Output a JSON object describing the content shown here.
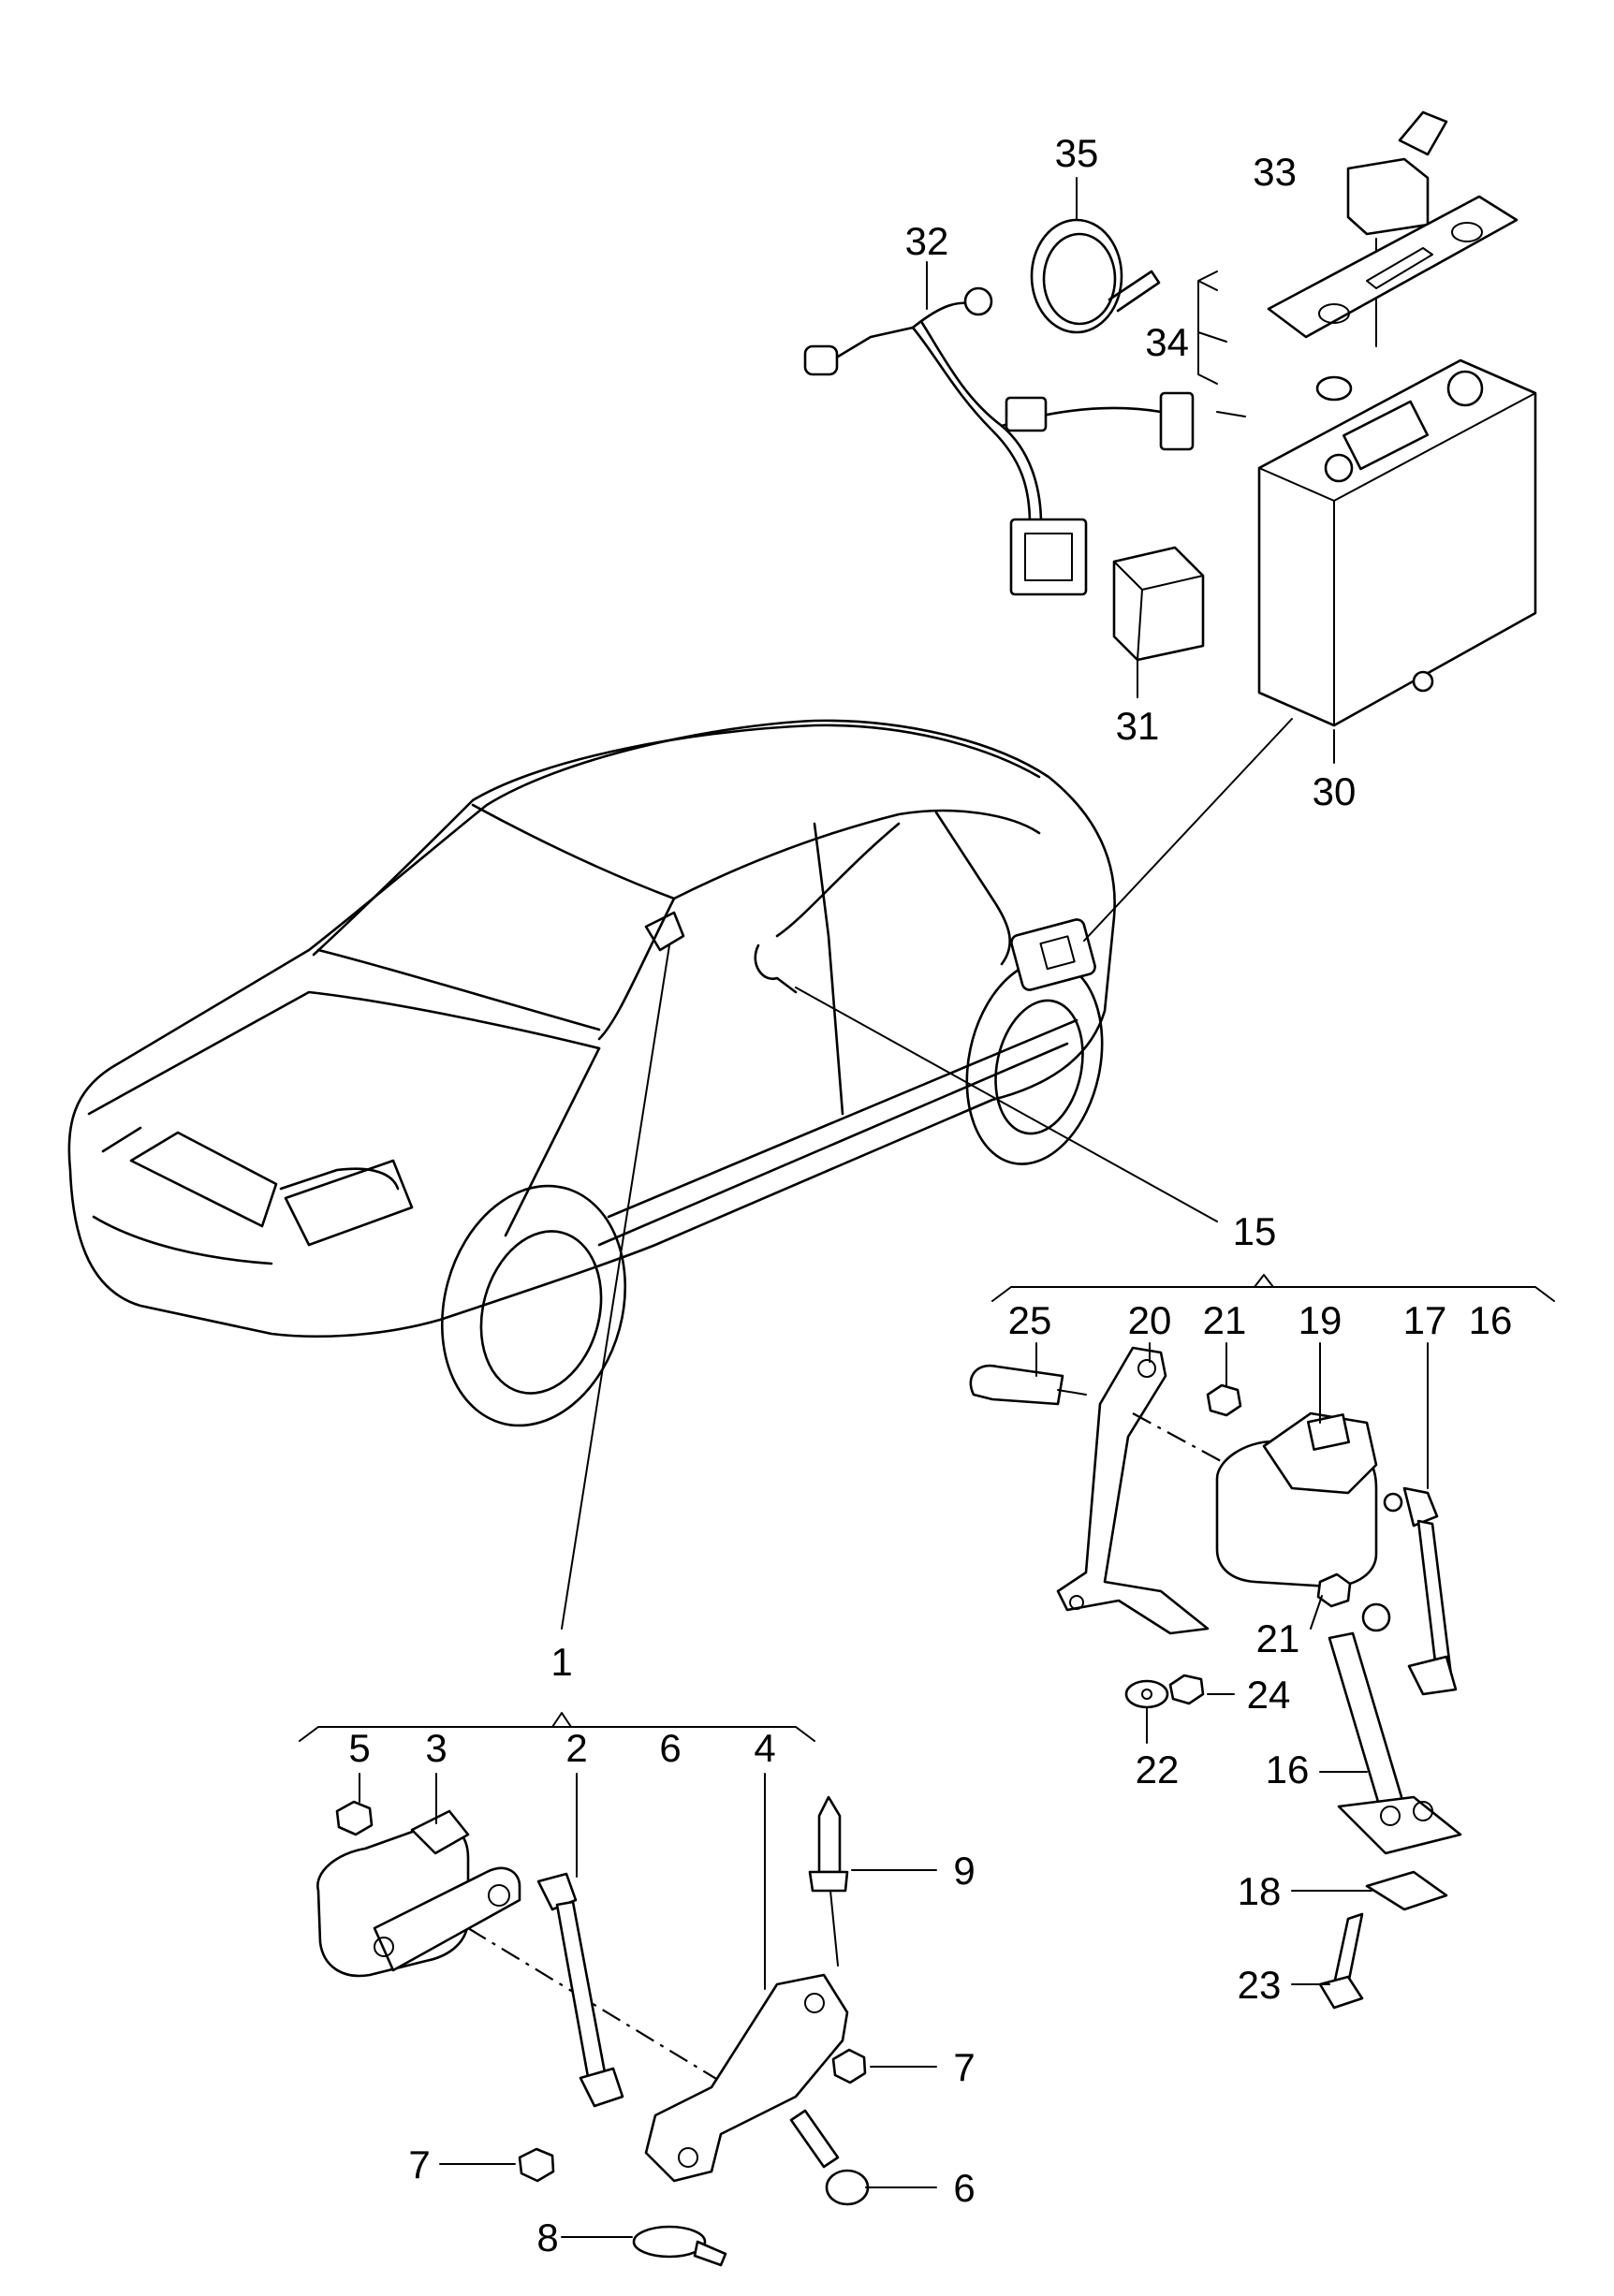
{
  "callouts": [
    {
      "id": "c35",
      "label": "35"
    },
    {
      "id": "c33",
      "label": "33"
    },
    {
      "id": "c32",
      "label": "32"
    },
    {
      "id": "c34",
      "label": "34"
    },
    {
      "id": "c31",
      "label": "31"
    },
    {
      "id": "c30",
      "label": "30"
    },
    {
      "id": "c15",
      "label": "15"
    },
    {
      "id": "c25",
      "label": "25"
    },
    {
      "id": "c20",
      "label": "20"
    },
    {
      "id": "c21a",
      "label": "21"
    },
    {
      "id": "c19",
      "label": "19"
    },
    {
      "id": "c17",
      "label": "17"
    },
    {
      "id": "c16a",
      "label": "16"
    },
    {
      "id": "c21b",
      "label": "21"
    },
    {
      "id": "c24",
      "label": "24"
    },
    {
      "id": "c22",
      "label": "22"
    },
    {
      "id": "c16b",
      "label": "16"
    },
    {
      "id": "c18",
      "label": "18"
    },
    {
      "id": "c23",
      "label": "23"
    },
    {
      "id": "c1",
      "label": "1"
    },
    {
      "id": "c5",
      "label": "5"
    },
    {
      "id": "c3",
      "label": "3"
    },
    {
      "id": "c2",
      "label": "2"
    },
    {
      "id": "c6a",
      "label": "6"
    },
    {
      "id": "c4",
      "label": "4"
    },
    {
      "id": "c9",
      "label": "9"
    },
    {
      "id": "c7a",
      "label": "7"
    },
    {
      "id": "c7b",
      "label": "7"
    },
    {
      "id": "c6b",
      "label": "6"
    },
    {
      "id": "c8",
      "label": "8"
    }
  ]
}
